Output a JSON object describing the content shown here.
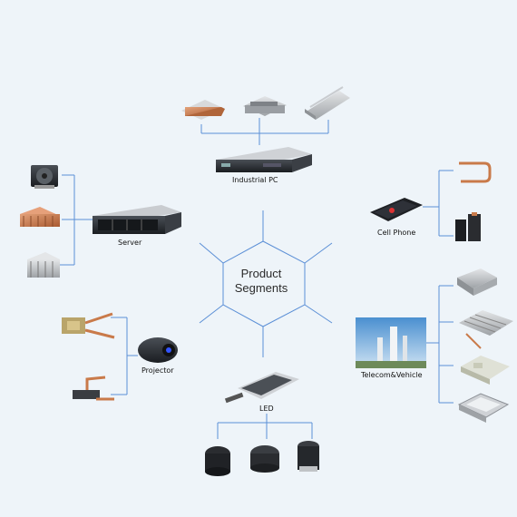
{
  "center": {
    "line1": "Product",
    "line2": "Segments"
  },
  "segments": {
    "industrial_pc": "Industrial PC",
    "server": "Server",
    "cell_phone": "Cell Phone",
    "projector": "Projector",
    "led": "LED",
    "telecom": "Telecom&Vehicle"
  },
  "colors": {
    "line": "#5b8fd6",
    "background": "#eef4f9",
    "copper": "#c97a4a",
    "aluminum": "#b9bcbf",
    "dark": "#2a2e33"
  }
}
